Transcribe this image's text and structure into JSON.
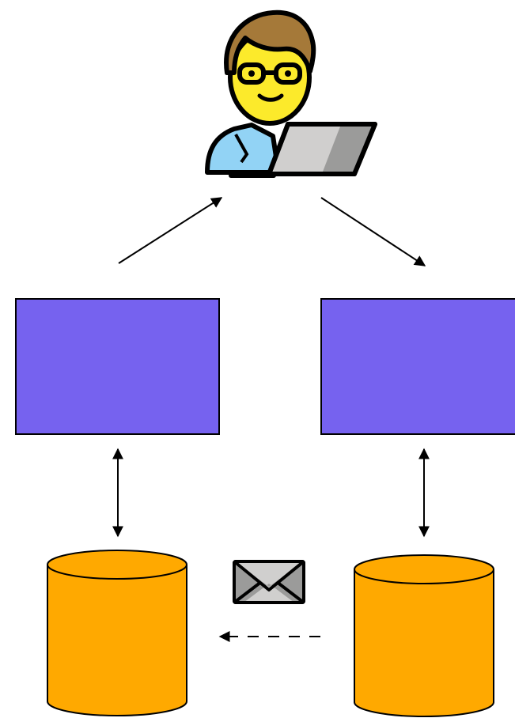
{
  "diagram": {
    "nodes": [
      {
        "id": "user",
        "kind": "person-at-laptop",
        "icon": "technologist-icon"
      },
      {
        "id": "left-box",
        "kind": "rectangle",
        "label": ""
      },
      {
        "id": "right-box",
        "kind": "rectangle",
        "label": ""
      },
      {
        "id": "left-db",
        "kind": "database-cylinder",
        "icon": "database-icon"
      },
      {
        "id": "right-db",
        "kind": "database-cylinder",
        "icon": "database-icon"
      },
      {
        "id": "message",
        "kind": "envelope",
        "icon": "envelope-icon"
      }
    ],
    "edges": [
      {
        "from": "left-box",
        "to": "user",
        "style": "solid",
        "direction": "forward"
      },
      {
        "from": "user",
        "to": "right-box",
        "style": "solid",
        "direction": "forward"
      },
      {
        "from": "left-box",
        "to": "left-db",
        "style": "solid",
        "direction": "both"
      },
      {
        "from": "right-box",
        "to": "right-db",
        "style": "solid",
        "direction": "both"
      },
      {
        "from": "right-db",
        "to": "left-db",
        "style": "dashed",
        "direction": "forward"
      }
    ]
  },
  "colors": {
    "box_fill": "#7662ef",
    "db_fill": "#ffa900",
    "skin": "#fcea2b",
    "hair": "#a57939",
    "shirt": "#92d3f5",
    "laptop": "#d0cfce",
    "laptop_shade": "#9b9b9a",
    "envelope": "#d0cfce",
    "envelope_shade": "#9b9b9a",
    "stroke": "#000000"
  }
}
